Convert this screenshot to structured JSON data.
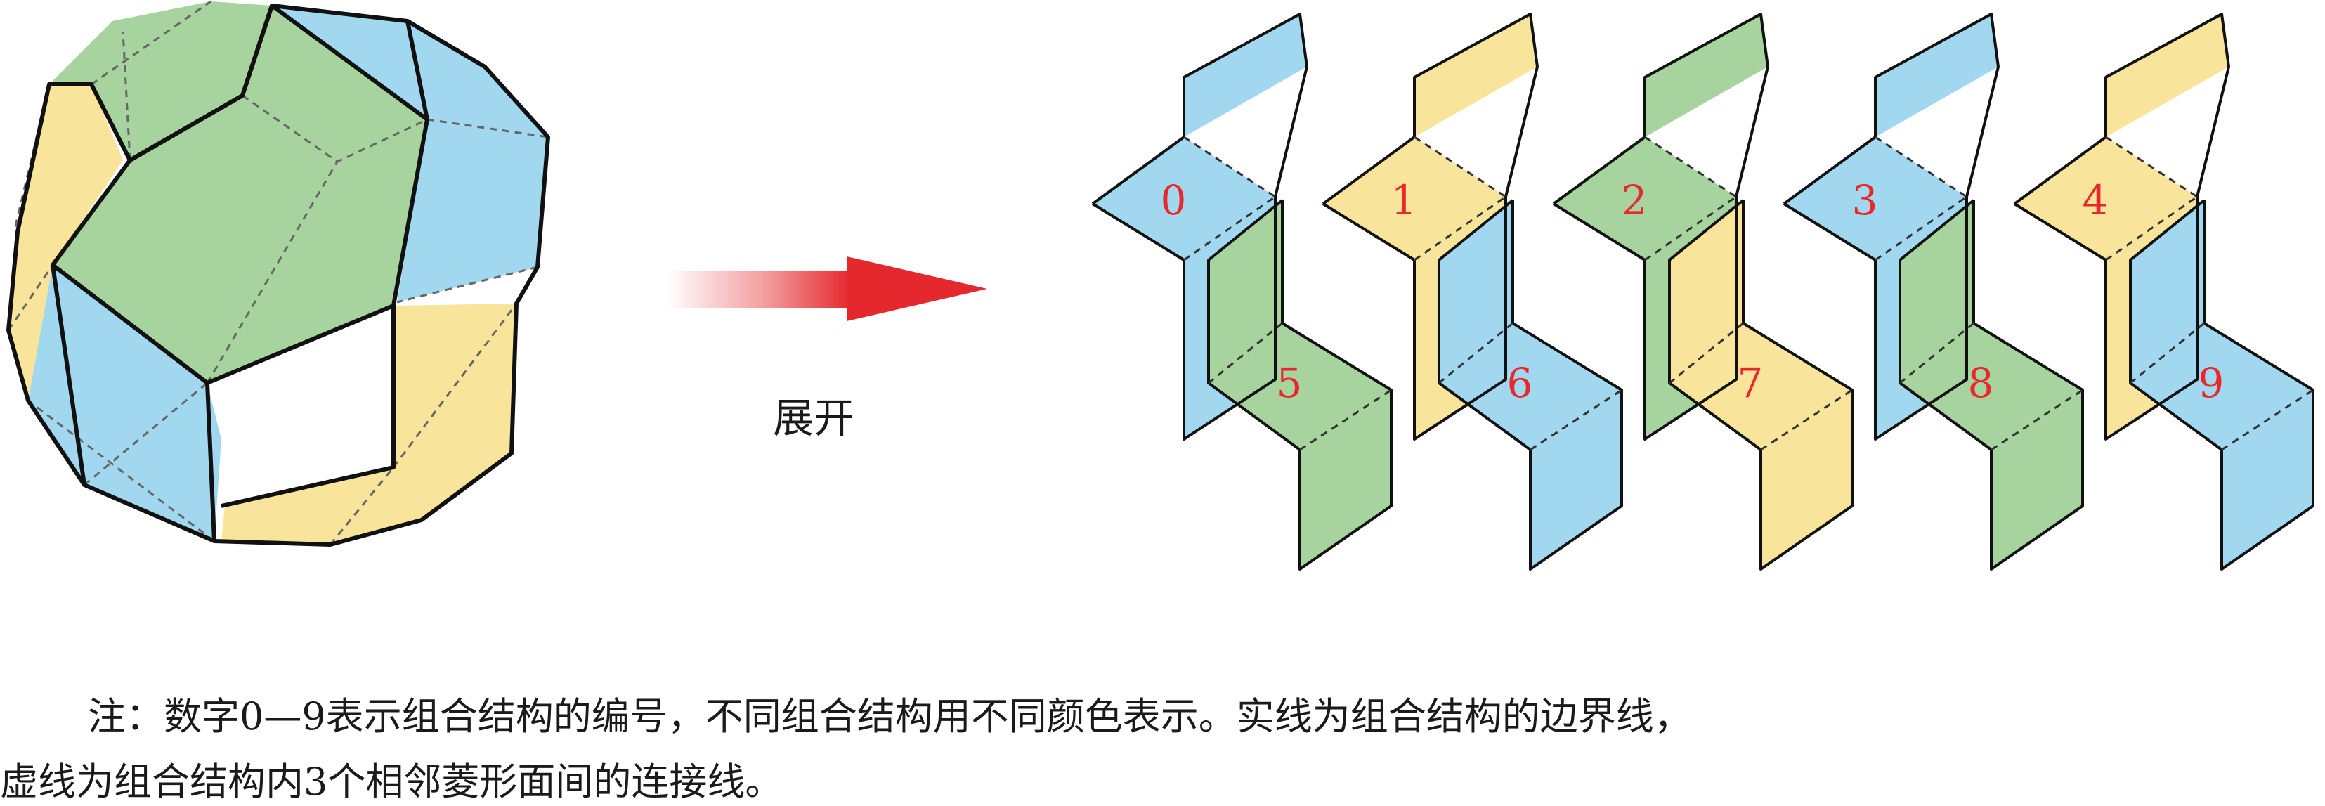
{
  "arrow_label": "展开",
  "numbers": [
    "0",
    "1",
    "2",
    "3",
    "4",
    "5",
    "6",
    "7",
    "8",
    "9"
  ],
  "colors": {
    "blue": "#a2d8ef",
    "green": "#a6d39e",
    "yellow": "#f8e49a",
    "number_red": "#e8282b",
    "outline": "#111111"
  },
  "caption": {
    "line1": "注：数字0—9表示组合结构的编号，不同组合结构用不同颜色表示。实线为组合结构的边界线，",
    "line2": "虚线为组合结构内3个相邻菱形面间的连接线。"
  }
}
